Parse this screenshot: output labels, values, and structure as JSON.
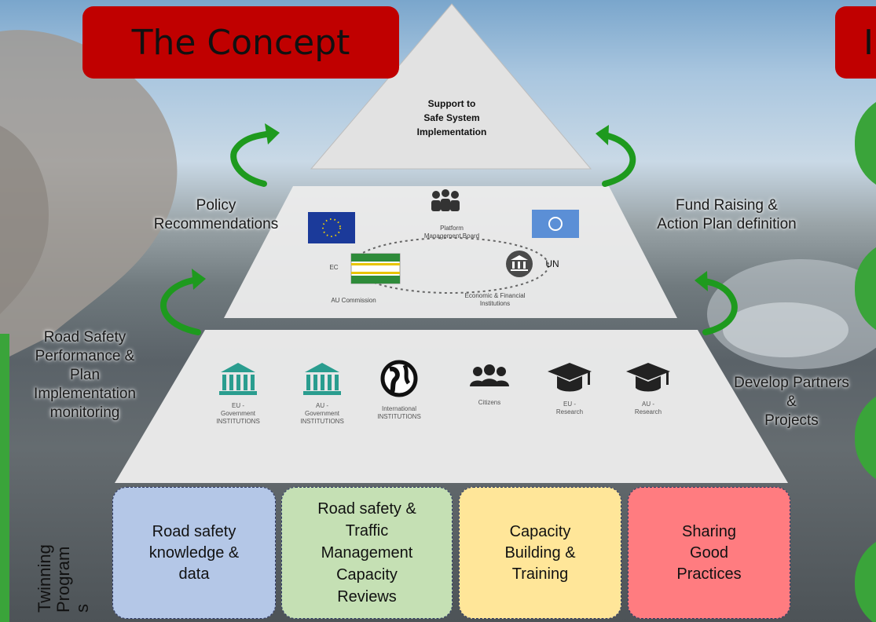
{
  "title": "The Concept",
  "title_right_partial": "I",
  "top_tier": {
    "line1": "Support to",
    "line2": "Safe System",
    "line3": "Implementation"
  },
  "side_labels": {
    "policy": [
      "Policy",
      "Recommendations"
    ],
    "fund": [
      "Fund Raising &",
      "Action Plan definition"
    ],
    "monitoring": [
      "Road Safety",
      "Performance &",
      "Plan",
      "Implementation",
      "monitoring"
    ],
    "partners": [
      "Develop Partners",
      "&",
      "Projects"
    ]
  },
  "middle_tier": {
    "ec": "EC",
    "board": [
      "Platform",
      "Management Board"
    ],
    "un": "UN",
    "au": "AU Commission",
    "efi": [
      "Economic & Financial",
      "Institutions"
    ]
  },
  "institutions": [
    {
      "icon": "bank-icon",
      "label": [
        "EU -",
        "Government",
        "INSTITUTIONS"
      ]
    },
    {
      "icon": "bank-icon",
      "label": [
        "AU -",
        "Government",
        "INSTITUTIONS"
      ]
    },
    {
      "icon": "globe-icon",
      "label": [
        "International",
        "INSTITUTIONS"
      ]
    },
    {
      "icon": "people-icon",
      "label": [
        "Citizens"
      ]
    },
    {
      "icon": "graduation-cap-icon",
      "label": [
        "EU -",
        "Research"
      ]
    },
    {
      "icon": "graduation-cap-icon",
      "label": [
        "AU -",
        "Research"
      ]
    }
  ],
  "twinning": [
    "Twinning",
    "Program",
    "s"
  ],
  "boxes": [
    {
      "lines": [
        "Road safety",
        "knowledge &",
        "data"
      ],
      "color": "#b4c7e7"
    },
    {
      "lines": [
        "Road safety &",
        "Traffic",
        "Management",
        "Capacity",
        "Reviews"
      ],
      "color": "#c5e0b4"
    },
    {
      "lines": [
        "Capacity",
        "Building &",
        "Training"
      ],
      "color": "#ffe699"
    },
    {
      "lines": [
        "Sharing",
        "Good",
        "Practices"
      ],
      "color": "#ff7c80"
    }
  ],
  "colors": {
    "title_bg": "#c00000",
    "arrow": "#1e9a1e",
    "green_accent": "#3aa43a"
  }
}
